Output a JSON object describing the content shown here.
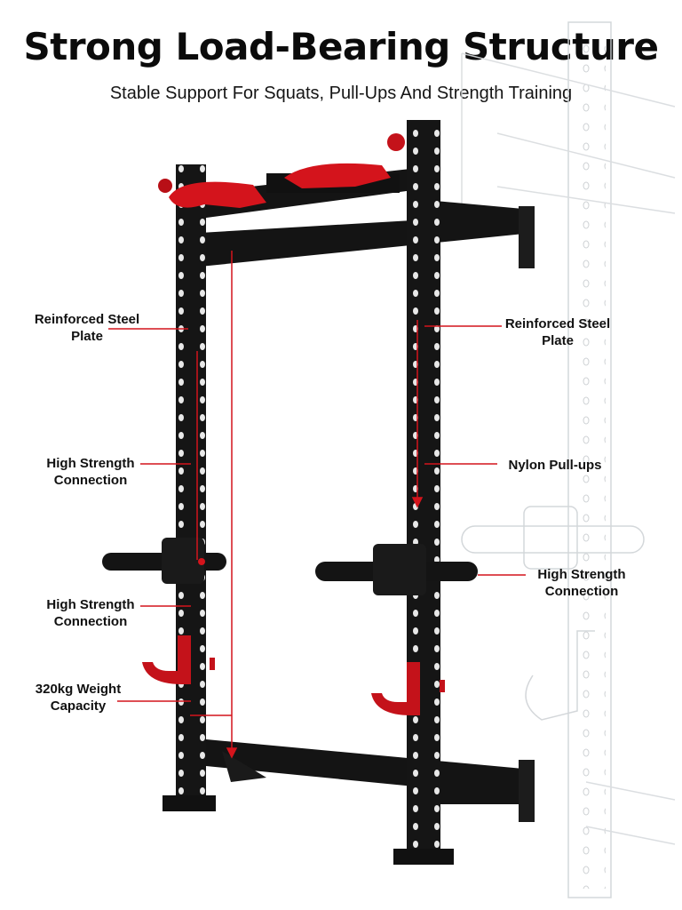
{
  "title": "Strong Load-Bearing Structure",
  "subtitle": "Stable Support For Squats, Pull-Ups And Strength Training",
  "callouts": {
    "left_plate": "Reinforced Steel Plate",
    "left_connection_1": "High Strength Connection",
    "left_connection_2": "High Strength Connection",
    "capacity": "320kg Weight Capacity",
    "right_plate": "Reinforced Steel Plate",
    "nylon": "Nylon Pull-ups",
    "right_connection": "High Strength Connection"
  },
  "colors": {
    "frame": "#141414",
    "accent_red": "#d4141c",
    "sketch": "#c9cdd0"
  }
}
